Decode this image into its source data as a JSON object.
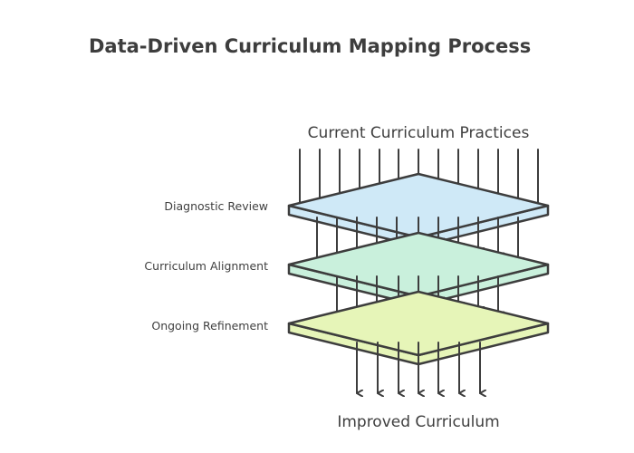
{
  "diagram": {
    "title": "Data-Driven Curriculum Mapping Process",
    "input_label": "Current Curriculum Practices",
    "output_label": "Improved Curriculum",
    "layers": [
      {
        "label": "Diagnostic Review",
        "fill": "#cfe9f7"
      },
      {
        "label": "Curriculum Alignment",
        "fill": "#c9f0dc"
      },
      {
        "label": "Ongoing Refinement",
        "fill": "#e6f5b8"
      }
    ],
    "stroke_color": "#3d3d3d"
  }
}
